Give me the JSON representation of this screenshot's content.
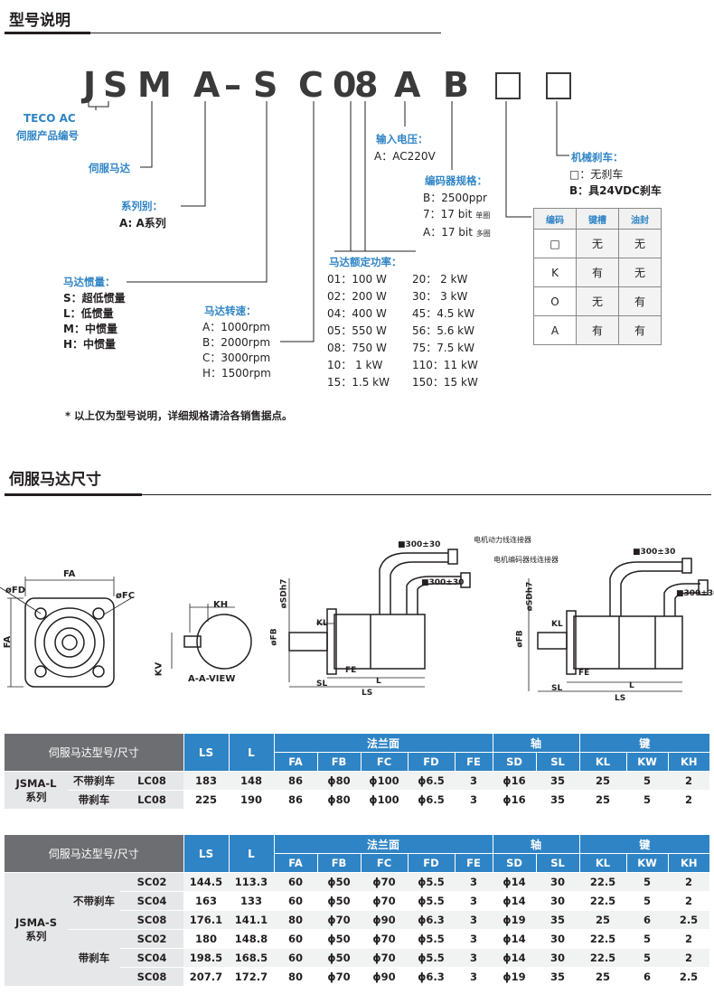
{
  "section1_title": "型号说明",
  "code": {
    "chars": [
      "J",
      "S",
      "M",
      "A",
      "–",
      "S",
      "C",
      "0",
      "8",
      "A",
      "B"
    ]
  },
  "labels": {
    "teco_1": "TECO AC",
    "teco_2": "伺服产品编号",
    "servo_motor": "伺服马达",
    "series_title": "系列别：",
    "series_val": "A: A系列",
    "inertia_title": "马达惯量：",
    "inertia_items": [
      "S：超低惯量",
      "L：低惯量",
      "M：中惯量",
      "H：中惯量"
    ],
    "speed_title": "马达转速：",
    "speed_items": [
      "A：1000rpm",
      "B：2000rpm",
      "C：3000rpm",
      "H：1500rpm"
    ],
    "power_title": "马达额定功率：",
    "power_left": [
      "01：100 W",
      "02：200 W",
      "04：400 W",
      "05：550 W",
      "08：750 W",
      "10：  1 kW",
      "15：1.5 kW"
    ],
    "power_right": [
      "20：  2 kW",
      "30：  3 kW",
      "45：4.5 kW",
      "56：5.6 kW",
      "75：7.5 kW",
      "110：11 kW",
      "150：15 kW"
    ],
    "voltage_title": "输入电压：",
    "voltage_val": "A：AC220V",
    "encoder_title": "编码器规格：",
    "encoder_items": [
      "B：2500ppr",
      "7：17 bit",
      "A：17 bit"
    ],
    "encoder_tags": [
      "单圈",
      "多圈"
    ],
    "brake_title": "机械刹车：",
    "brake_items": [
      "□：无刹车",
      "B：具24VDC刹车"
    ],
    "note": "* 以上仅为型号说明，详细规格请洽各销售据点。"
  },
  "option_table": {
    "headers": [
      "编码",
      "键槽",
      "油封"
    ],
    "rows": [
      [
        "□",
        "无",
        "无"
      ],
      [
        "K",
        "有",
        "无"
      ],
      [
        "O",
        "无",
        "有"
      ],
      [
        "A",
        "有",
        "有"
      ]
    ]
  },
  "section2_title": "伺服马达尺寸",
  "drawing": {
    "fa": "FA",
    "fd": "øFD",
    "fc": "øFC",
    "kh": "KH",
    "kv": "KV",
    "view": "A-A-VIEW",
    "sd": "øSDh7",
    "fb": "øFB",
    "kl": "KL",
    "fe": "FE",
    "sl": "SL",
    "l": "L",
    "ls": "LS",
    "cable": "■300±30",
    "cable2": "300±30",
    "power_conn": "电机动力线连接器",
    "enc_conn": "电机编码器线连接器"
  },
  "spec_headers": {
    "model": "伺服马达型号/尺寸",
    "ls": "LS",
    "l": "L",
    "flange": "法兰面",
    "shaft": "轴",
    "key": "键",
    "cols": [
      "FA",
      "FB",
      "FC",
      "FD",
      "FE",
      "SD",
      "SL",
      "KL",
      "KW",
      "KH"
    ]
  },
  "table_l": {
    "series": "JSMA-L\n系列",
    "rows": [
      {
        "brake": "不带刹车",
        "model": "LC08",
        "vals": [
          "183",
          "148",
          "86",
          "ϕ80",
          "ϕ100",
          "ϕ6.5",
          "3",
          "ϕ16",
          "35",
          "25",
          "5",
          "2"
        ]
      },
      {
        "brake": "带刹车",
        "model": "LC08",
        "vals": [
          "225",
          "190",
          "86",
          "ϕ80",
          "ϕ100",
          "ϕ6.5",
          "3",
          "ϕ16",
          "35",
          "25",
          "5",
          "2"
        ]
      }
    ]
  },
  "table_s": {
    "series": "JSMA-S\n系列",
    "groups": [
      "不带刹车",
      "带刹车"
    ],
    "rows": [
      {
        "model": "SC02",
        "vals": [
          "144.5",
          "113.3",
          "60",
          "ϕ50",
          "ϕ70",
          "ϕ5.5",
          "3",
          "ϕ14",
          "30",
          "22.5",
          "5",
          "2"
        ]
      },
      {
        "model": "SC04",
        "vals": [
          "163",
          "133",
          "60",
          "ϕ50",
          "ϕ70",
          "ϕ5.5",
          "3",
          "ϕ14",
          "30",
          "22.5",
          "5",
          "2"
        ]
      },
      {
        "model": "SC08",
        "vals": [
          "176.1",
          "141.1",
          "80",
          "ϕ70",
          "ϕ90",
          "ϕ6.3",
          "3",
          "ϕ19",
          "35",
          "25",
          "6",
          "2.5"
        ]
      },
      {
        "model": "SC02",
        "vals": [
          "180",
          "148.8",
          "60",
          "ϕ50",
          "ϕ70",
          "ϕ5.5",
          "3",
          "ϕ14",
          "30",
          "22.5",
          "5",
          "2"
        ]
      },
      {
        "model": "SC04",
        "vals": [
          "198.5",
          "168.5",
          "60",
          "ϕ50",
          "ϕ70",
          "ϕ5.5",
          "3",
          "ϕ14",
          "30",
          "22.5",
          "5",
          "2"
        ]
      },
      {
        "model": "SC08",
        "vals": [
          "207.7",
          "172.7",
          "80",
          "ϕ70",
          "ϕ90",
          "ϕ6.3",
          "3",
          "ϕ19",
          "35",
          "25",
          "6",
          "2.5"
        ]
      }
    ]
  }
}
